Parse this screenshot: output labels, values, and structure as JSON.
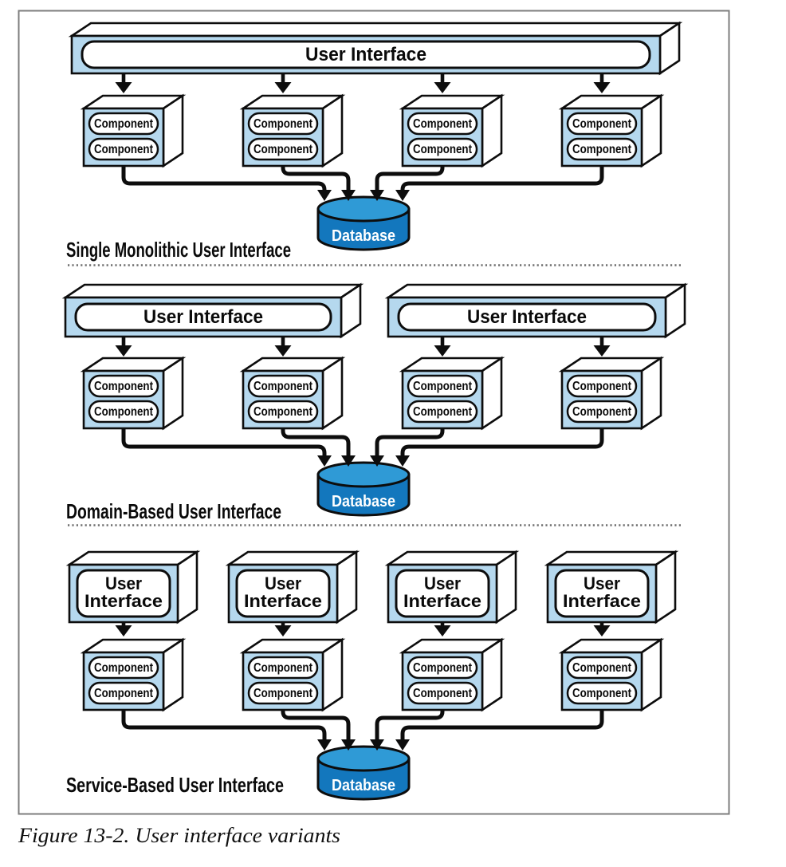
{
  "figure": {
    "caption": "Figure 13-2. User interface variants"
  },
  "sections": [
    {
      "title": "Single Monolithic User Interface"
    },
    {
      "title": "Domain-Based User Interface"
    },
    {
      "title": "Service-Based User Interface"
    }
  ],
  "labels": {
    "user_interface": "User Interface",
    "user": "User",
    "interface": "Interface",
    "component": "Component",
    "database": "Database"
  },
  "colors": {
    "box_face": "#b5d8ee",
    "database_top": "#2f9ad6",
    "database_body": "#1377bd",
    "ink": "#0d0d0d",
    "divider_dots": "#6f6f6f",
    "frame": "#7d7d7d"
  }
}
